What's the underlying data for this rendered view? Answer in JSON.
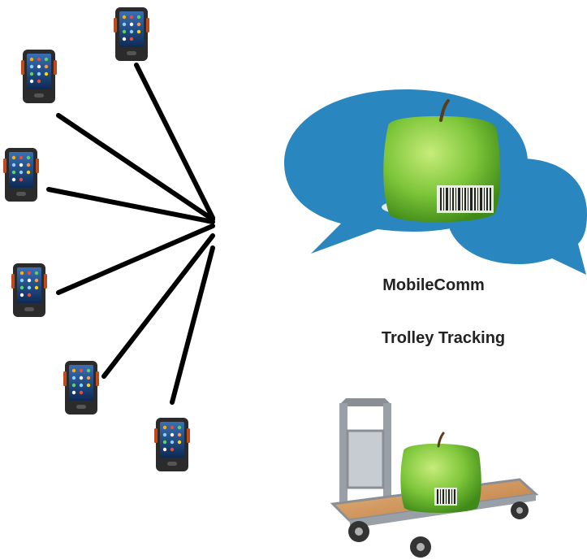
{
  "colors": {
    "bubble": "#2a86be",
    "apple": "#7ec63a",
    "link_line": "#000000",
    "device_body": "#2b2b2b",
    "device_accent": "#c04a1c"
  },
  "icons": {
    "device": "mobile-computer-icon",
    "hub_bubble": "speech-bubbles-icon",
    "product": "barcoded-apple-icon",
    "trolley": "platform-trolley-icon"
  },
  "devices": [
    {
      "id": "device-1"
    },
    {
      "id": "device-2"
    },
    {
      "id": "device-3"
    },
    {
      "id": "device-4"
    },
    {
      "id": "device-5"
    },
    {
      "id": "device-6"
    },
    {
      "id": "device-7"
    }
  ],
  "labels": {
    "mobilecomm": "MobileComm",
    "trolley_tracking": "Trolley Tracking"
  }
}
